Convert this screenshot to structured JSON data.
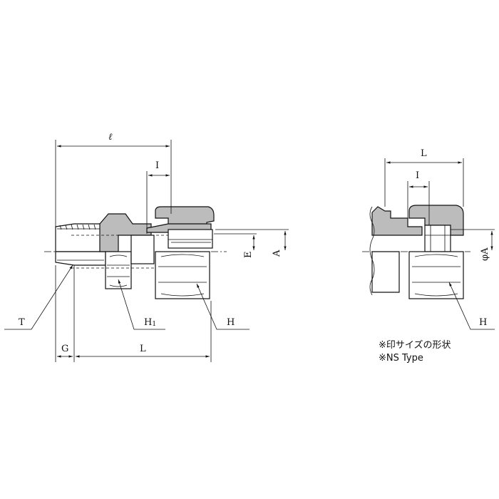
{
  "left_view": {
    "labels": {
      "ell": "ℓ",
      "I": "I",
      "E": "E",
      "A": "A",
      "T": "T",
      "H1": "H",
      "H1_sub": "1",
      "H": "H",
      "G": "G",
      "L": "L"
    }
  },
  "right_view": {
    "labels": {
      "L": "L",
      "I": "I",
      "phiA": "φA",
      "H": "H"
    }
  },
  "notes": {
    "line1": "※印サイズの形状",
    "line2": "※NS Type"
  }
}
